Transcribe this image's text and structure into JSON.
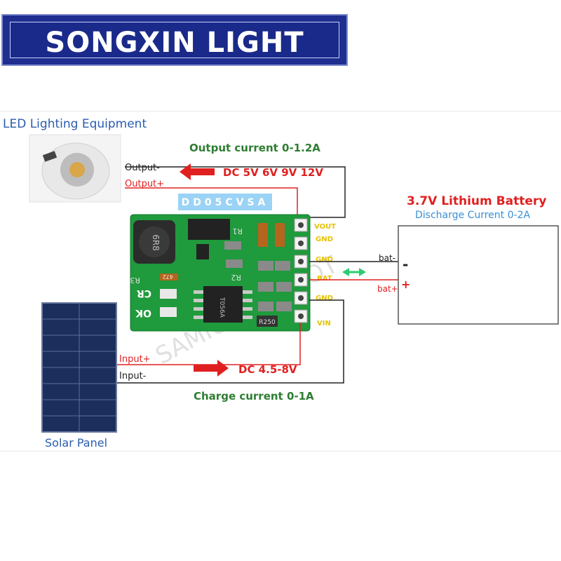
{
  "banner": {
    "brand": "SONGXIN LIGHT"
  },
  "diagram": {
    "led_label": "LED Lighting Equipment",
    "output_current": "Output current 0-1.2A",
    "output_minus": "Output-",
    "output_plus": "Output+",
    "output_voltage": "DC 5V 6V 9V 12V",
    "model": "DD05CVSA",
    "battery_title": "3.7V Lithium Battery",
    "battery_discharge": "Discharge Current 0-2A",
    "bat_minus": "bat-",
    "bat_plus": "bat+",
    "minus_sign": "-",
    "plus_sign": "+",
    "pins": [
      "VOUT",
      "GND",
      "GND",
      "BAT",
      "GND",
      "VIN"
    ],
    "board_marks": {
      "inductor": "6R8",
      "chip": "T056A",
      "resistor": "R250",
      "r1": "R1",
      "r2": "R2",
      "r3": "R3",
      "cr": "CR",
      "ok": "OK",
      "c472": "472"
    },
    "input_plus": "Input+",
    "input_minus": "Input-",
    "input_voltage": "DC 4.5-8V",
    "charge_current": "Charge current 0-1A",
    "solar_label": "Solar Panel",
    "watermark": "SAMIORE ROBOT"
  },
  "colors": {
    "banner_bg": "#1e2f8f",
    "green_label": "#2e7d32",
    "red_label": "#e02020",
    "blue_label": "#3a8fd8",
    "pcb": "#1f9a3c",
    "arrow_red": "#e02020",
    "arrow_green": "#2ecc71"
  }
}
